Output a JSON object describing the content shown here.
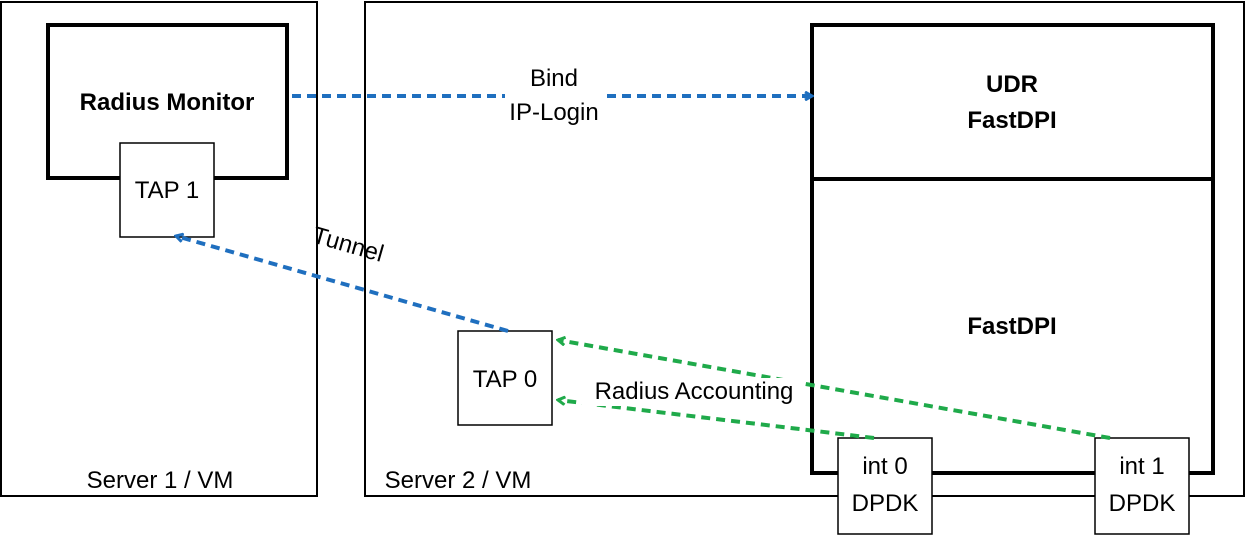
{
  "server1": {
    "label": "Server 1 / VM"
  },
  "server2": {
    "label": "Server 2 / VM"
  },
  "radius_monitor": {
    "label": "Radius Monitor"
  },
  "tap1": {
    "label": "TAP 1"
  },
  "tap0": {
    "label": "TAP 0"
  },
  "udr": {
    "line1": "UDR",
    "line2": "FastDPI"
  },
  "fastdpi": {
    "label": "FastDPI"
  },
  "int0": {
    "line1": "int 0",
    "line2": "DPDK"
  },
  "int1": {
    "line1": "int 1",
    "line2": "DPDK"
  },
  "edges": {
    "bind": {
      "line1": "Bind",
      "line2": "IP-Login",
      "color": "#1f6fbf"
    },
    "tunnel": {
      "label": "Tunnel",
      "color": "#1f6fbf"
    },
    "accounting": {
      "label": "Radius Accounting",
      "color": "#1faa4a"
    }
  }
}
